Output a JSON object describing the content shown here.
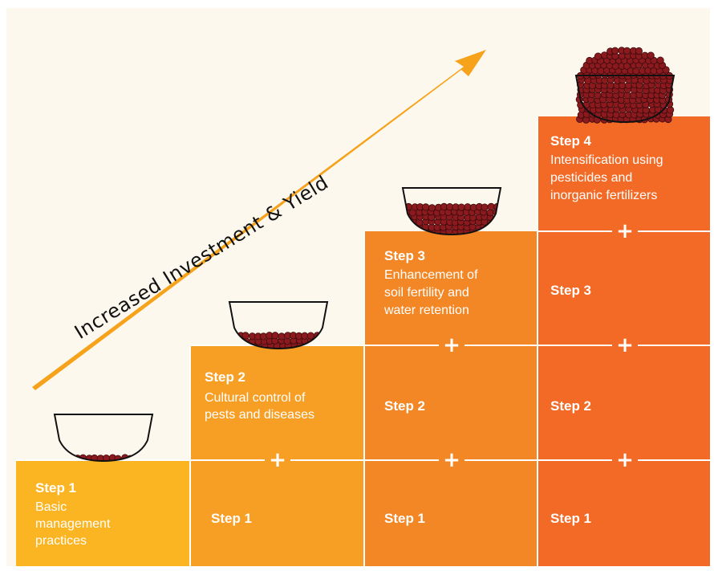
{
  "arrow_label": "Increased Investment & Yield",
  "plus_sign": "+",
  "steps": [
    {
      "title": "Step 1",
      "description": "Basic management practices",
      "desc_lines": [
        "Basic",
        "management",
        "practices"
      ]
    },
    {
      "title": "Step 2",
      "description": "Cultural control of pests and diseases",
      "desc_lines": [
        "Cultural control of",
        "pests and diseases"
      ]
    },
    {
      "title": "Step 3",
      "description": "Enhancement of soil fertility and water retention",
      "desc_lines": [
        "Enhancement of",
        "soil fertility and",
        "water retention"
      ]
    },
    {
      "title": "Step 4",
      "description": "Intensification using pesticides and inorganic fertilizers",
      "desc_lines": [
        "Intensification using",
        "pesticides and",
        "inorganic fertilizers"
      ]
    }
  ],
  "stack_labels": {
    "step1": "Step 1",
    "step2": "Step 2",
    "step3": "Step 3"
  },
  "bowl_fill_levels": [
    0.15,
    0.35,
    0.65,
    1.0
  ],
  "colors": {
    "background": "#fdf8ee",
    "step1": "#fbb522",
    "step2": "#f79f25",
    "step3": "#f48725",
    "step4": "#f26a26",
    "arrow": "#f7a21b",
    "grain": "#8b1a1f"
  }
}
